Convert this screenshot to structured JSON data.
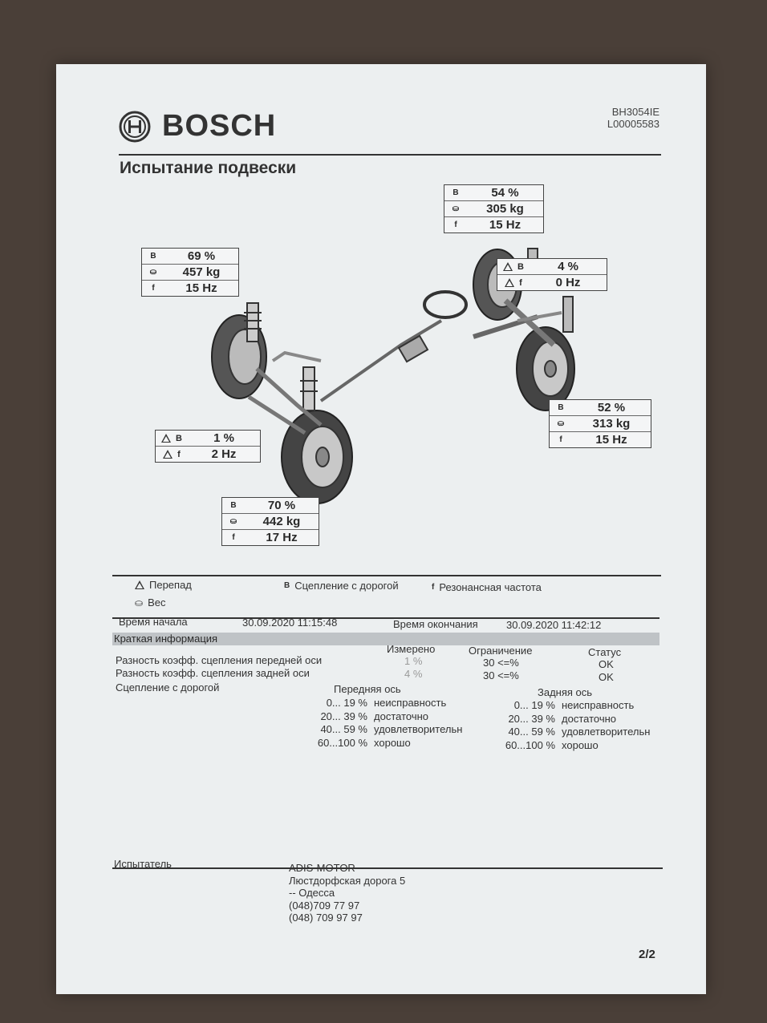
{
  "header": {
    "brand": "BOSCH",
    "code_line1": "BH3054IE",
    "code_line2": "L00005583",
    "title": "Испытание подвески"
  },
  "wheels": {
    "rear_left": {
      "grip": "54 %",
      "weight": "305 kg",
      "freq": "15 Hz"
    },
    "front_left": {
      "grip": "69 %",
      "weight": "457 kg",
      "freq": "15 Hz"
    },
    "rear_right": {
      "grip": "52 %",
      "weight": "313 kg",
      "freq": "15 Hz"
    },
    "front_right": {
      "grip": "70 %",
      "weight": "442 kg",
      "freq": "17 Hz"
    }
  },
  "axle_diff": {
    "rear": {
      "grip_diff": "4 %",
      "freq_diff": "0 Hz"
    },
    "front": {
      "grip_diff": "1 %",
      "freq_diff": "2 Hz"
    }
  },
  "labels": {
    "b": "B",
    "f": "f"
  },
  "legend": {
    "diff": "Перепад",
    "grip": "Сцепление с дорогой",
    "freq": "Резонансная частота",
    "weight": "Вес"
  },
  "times": {
    "start_label": "Время начала",
    "start_value": "30.09.2020 11:15:48",
    "end_label": "Время окончания",
    "end_value": "30.09.2020 11:42:12"
  },
  "summary": {
    "title": "Краткая информация",
    "col_measured": "Измерено",
    "col_limit": "Ограничение",
    "col_status": "Статус",
    "rows": [
      {
        "label": "Разность коэфф. сцепления передней оси",
        "measured": "1 %",
        "limit": "30 <=%",
        "status": "OK"
      },
      {
        "label": "Разность коэфф. сцепления задней оси",
        "measured": "4 %",
        "limit": "30 <=%",
        "status": "OK"
      }
    ],
    "grip_label": "Сцепление с дорогой",
    "front_axle": "Передняя ось",
    "rear_axle": "Задняя ось",
    "scale": [
      {
        "range": "0... 19 %",
        "text": "неисправность"
      },
      {
        "range": "20... 39 %",
        "text": "достаточно"
      },
      {
        "range": "40... 59 %",
        "text": "удовлетворительн"
      },
      {
        "range": "60...100 %",
        "text": "хорошо"
      }
    ]
  },
  "footer": {
    "tester_label": "Испытатель",
    "address": [
      "ADIS-MOTOR --",
      "Люстдорфская дорога 5",
      "-- Одесса",
      "(048)709 77 97",
      "(048) 709 97 97"
    ],
    "page": "2/2"
  }
}
